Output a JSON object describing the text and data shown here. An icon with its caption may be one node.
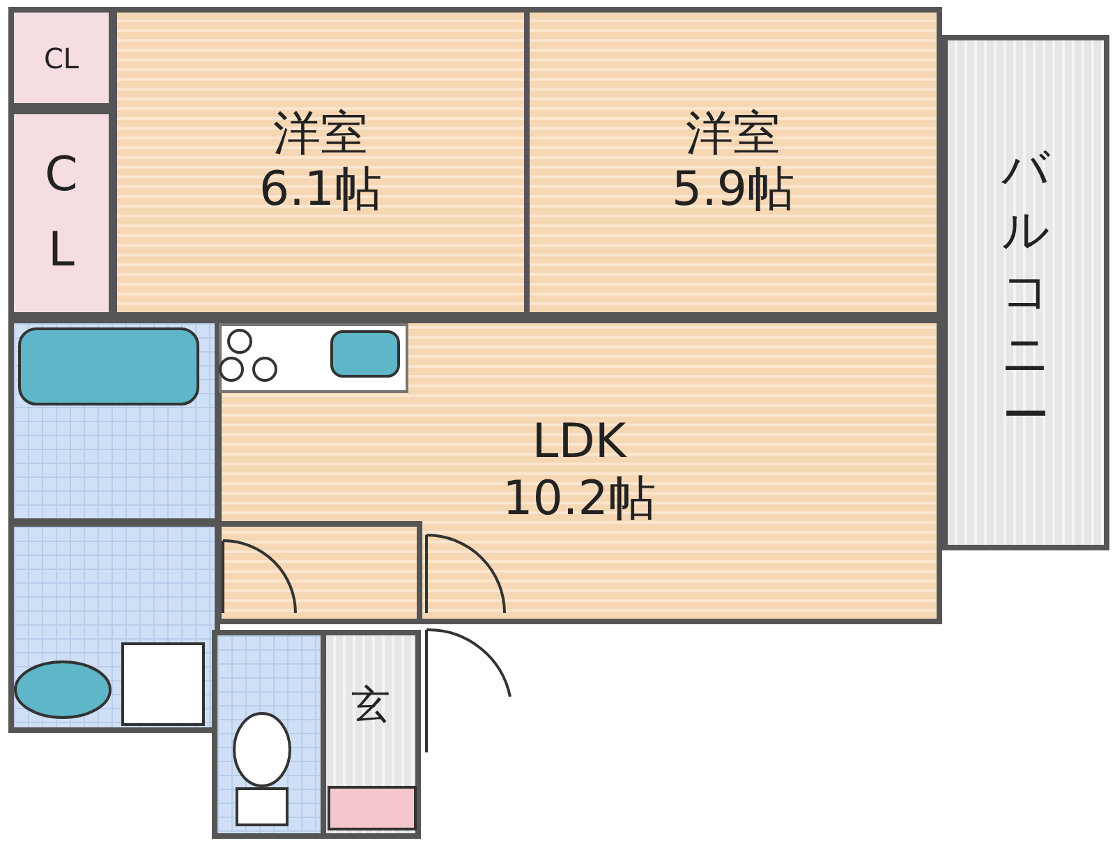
{
  "diagram": {
    "nodes": [
      {
        "text": [
          "CL"
        ]
      },
      {
        "text": [
          "CL"
        ]
      },
      {
        "text": [
          "洋室",
          "6.1帖"
        ]
      },
      {
        "text": [
          "洋室",
          "5.9帖"
        ]
      },
      {
        "text": [
          "バルコニー"
        ]
      },
      {
        "text": [
          "LDK",
          "10.2帖"
        ]
      },
      {
        "text": [
          "玄"
        ]
      }
    ]
  }
}
